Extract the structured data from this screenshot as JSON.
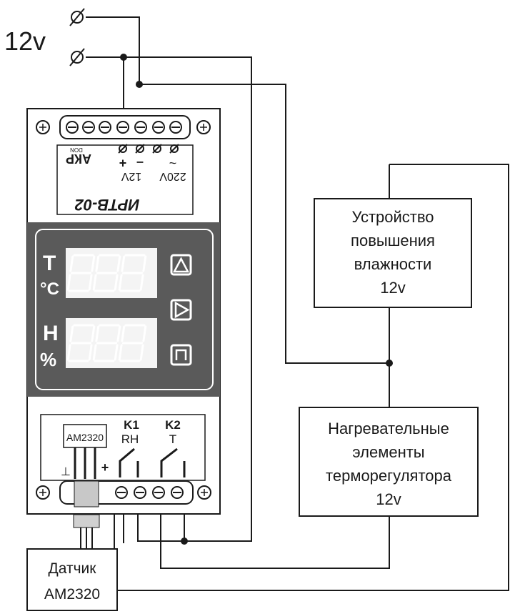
{
  "supply": {
    "voltage_label": "12v"
  },
  "controller": {
    "model": "ИРТВ-02",
    "brand": "АКР",
    "brand_sub": "DON",
    "terminal_plus": "+",
    "terminal_minus": "–",
    "terminal_12v": "12V",
    "terminal_ac": "~",
    "terminal_220v": "220V",
    "display_t_letter": "T",
    "display_t_unit": "°C",
    "display_h_letter": "H",
    "display_h_unit": "%",
    "relay_k1": "K1",
    "relay_k1_sub": "RH",
    "relay_k2": "K2",
    "relay_k2_sub": "T",
    "sensor_chip": "AM2320",
    "sensor_ground": "⊥",
    "sensor_plus": "+"
  },
  "devices": {
    "humidifier": [
      "Устройство",
      "повышения",
      "влажности",
      "12v"
    ],
    "heater": [
      "Нагревательные",
      "элементы",
      "терморегулятора",
      "12v"
    ],
    "sensor": [
      "Датчик",
      "AM2320"
    ]
  },
  "colors": {
    "panel": "#5a5a5a",
    "line": "#1a1a1a"
  }
}
